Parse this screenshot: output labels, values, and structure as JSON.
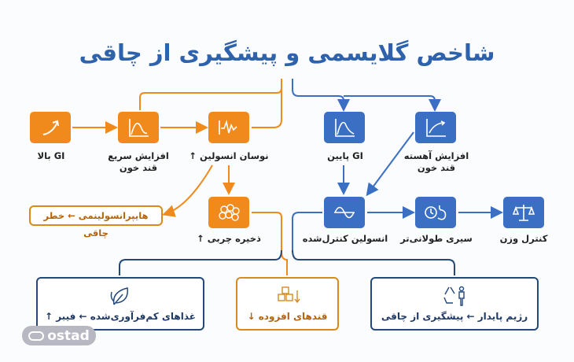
{
  "title": "شاخص گلایسمی و پیشگیری از چاقی",
  "colors": {
    "orange": "#f08a1c",
    "blue": "#3a6fc4",
    "navy": "#1f3a66"
  },
  "high_gi_path": {
    "high_gi": {
      "label": "GI بالا",
      "icon": "rising-arrow-icon"
    },
    "rapid_rise": {
      "label_line1": "افزایش سریع",
      "label_line2": "قند خون",
      "icon": "spike-curve-icon"
    },
    "insulin_swing": {
      "label": "نوسان انسولین ↑",
      "icon": "pulse-wave-icon"
    },
    "fat_storage": {
      "label": "ذخیره چربی ↑",
      "icon": "fat-cells-icon"
    },
    "hyperinsulinemia": {
      "label": "هایپرانسولینمی ← خطر چاقی"
    }
  },
  "low_gi_path": {
    "low_gi": {
      "label": "GI پایین",
      "icon": "bell-curve-icon"
    },
    "slow_rise": {
      "label_line1": "افزایش آهسته",
      "label_line2": "قند خون",
      "icon": "gentle-curve-icon"
    },
    "controlled_insulin": {
      "label": "انسولین کنترل‌شده",
      "icon": "sine-wave-icon"
    },
    "longer_satiety": {
      "label": "سیری طولانی‌تر",
      "icon": "clock-stomach-icon"
    },
    "weight_control": {
      "label": "کنترل وزن",
      "icon": "scale-icon"
    }
  },
  "recommendations": [
    {
      "label": "غذاهای کم‌فرآوری‌شده ← فیبر ↑",
      "icon": "leaf-icon"
    },
    {
      "label": "قندهای افزوده ↓",
      "icon": "sugar-cubes-icon"
    },
    {
      "label": "رژیم پایدار ← پیشگیری از چاقی",
      "icon": "recycle-person-icon"
    }
  ],
  "logo": {
    "text": "ostad"
  }
}
